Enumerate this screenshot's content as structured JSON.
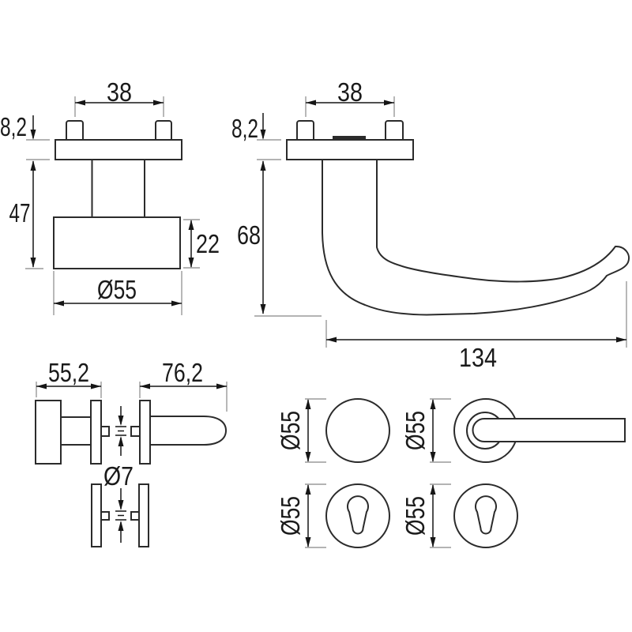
{
  "drawing_title": "door-hardware-technical-drawing",
  "colors": {
    "object_line": "#2b2b2b",
    "dimension_line": "#161616",
    "extension_line": "#9a9a9a",
    "background": "#ffffff"
  },
  "views": {
    "knob_front": {
      "pin_spacing": "38",
      "plate_thickness": "8,2",
      "total_height": "47",
      "knob_depth": "22",
      "knob_diameter": "Ø55"
    },
    "lever_profile": {
      "pin_spacing": "38",
      "plate_thickness": "8,2",
      "total_height": "68",
      "lever_length": "134"
    },
    "side_assembly": {
      "knob_total_depth": "55,2",
      "lever_total_depth": "76,2",
      "spindle_diameter": "Ø7"
    },
    "roses_front": {
      "knob_rose_diameter": "Ø55",
      "lever_rose_diameter": "Ø55",
      "escutcheon_left_diameter": "Ø55",
      "escutcheon_right_diameter": "Ø55"
    }
  }
}
